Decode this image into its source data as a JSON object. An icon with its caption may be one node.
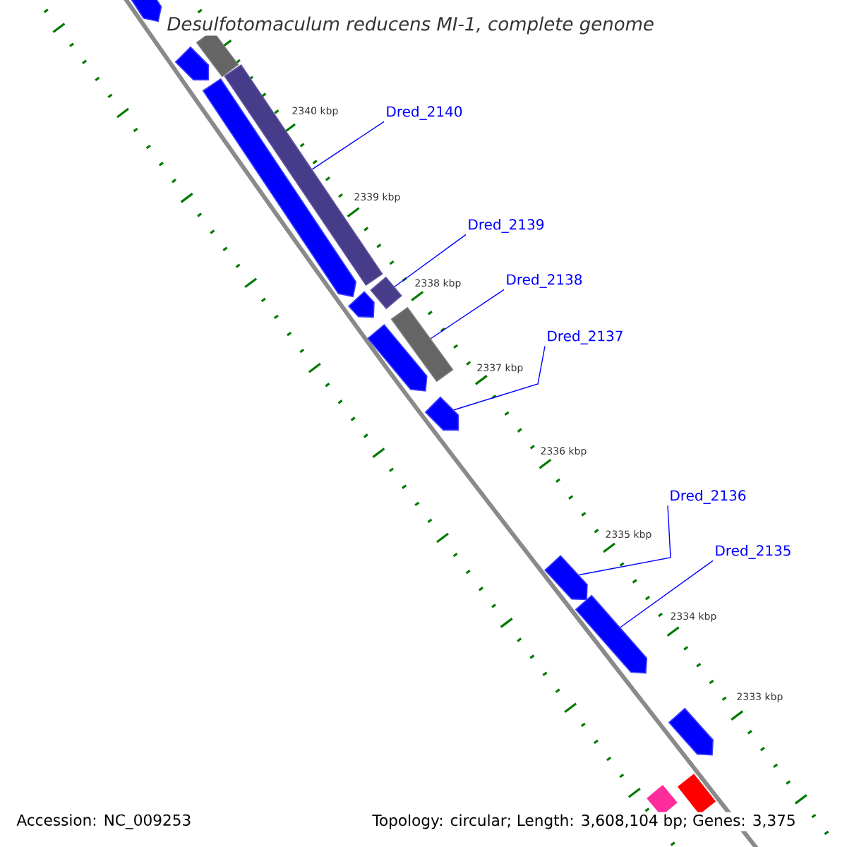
{
  "diagram": {
    "title": "Desulfotomaculum reducens MI-1, complete genome",
    "nodes": [
      {
        "text": [
          "Dred_2140"
        ]
      },
      {
        "text": [
          "Dred_2139"
        ]
      },
      {
        "text": [
          "Dred_2138"
        ]
      },
      {
        "text": [
          "Dred_2137"
        ]
      },
      {
        "text": [
          "Dred_2136"
        ]
      },
      {
        "text": [
          "Dred_2135"
        ]
      },
      {
        "text": [],
        "shape": "bar"
      },
      {
        "text": [],
        "shape": "bar"
      },
      {
        "text": [],
        "shape": "bar"
      },
      {
        "text": [],
        "shape": "bar"
      },
      {
        "text": [],
        "shape": "bar"
      },
      {
        "text": [],
        "shape": "bar"
      },
      {
        "text": [],
        "shape": "bar"
      },
      {
        "text": [],
        "shape": "bar"
      },
      {
        "text": [],
        "shape": "bar"
      },
      {
        "text": [],
        "shape": "bar"
      },
      {
        "text": [],
        "shape": "bar"
      },
      {
        "text": [],
        "shape": "bar"
      },
      {
        "text": [],
        "shape": "bar"
      },
      {
        "text": [],
        "shape": "bar"
      },
      {
        "text": [],
        "shape": "bar"
      }
    ],
    "edges": [
      {
        "from": 0,
        "to": 9,
        "arrow": "none"
      },
      {
        "from": 1,
        "to": 11,
        "arrow": "none"
      },
      {
        "from": 2,
        "to": 13,
        "arrow": "none"
      },
      {
        "from": 3,
        "to": 15,
        "arrow": "none"
      },
      {
        "from": 4,
        "to": 16,
        "arrow": "none"
      },
      {
        "from": 5,
        "to": 17,
        "arrow": "none"
      }
    ],
    "labels": [
      "2340 kbp",
      "2339 kbp",
      "2338 kbp",
      "2337 kbp",
      "2336 kbp",
      "2335 kbp",
      "2334 kbp",
      "2333 kbp",
      "Accession: NC_009253",
      "Topology: circular; Length: 3,608,104 bp; Genes: 3,375"
    ]
  }
}
